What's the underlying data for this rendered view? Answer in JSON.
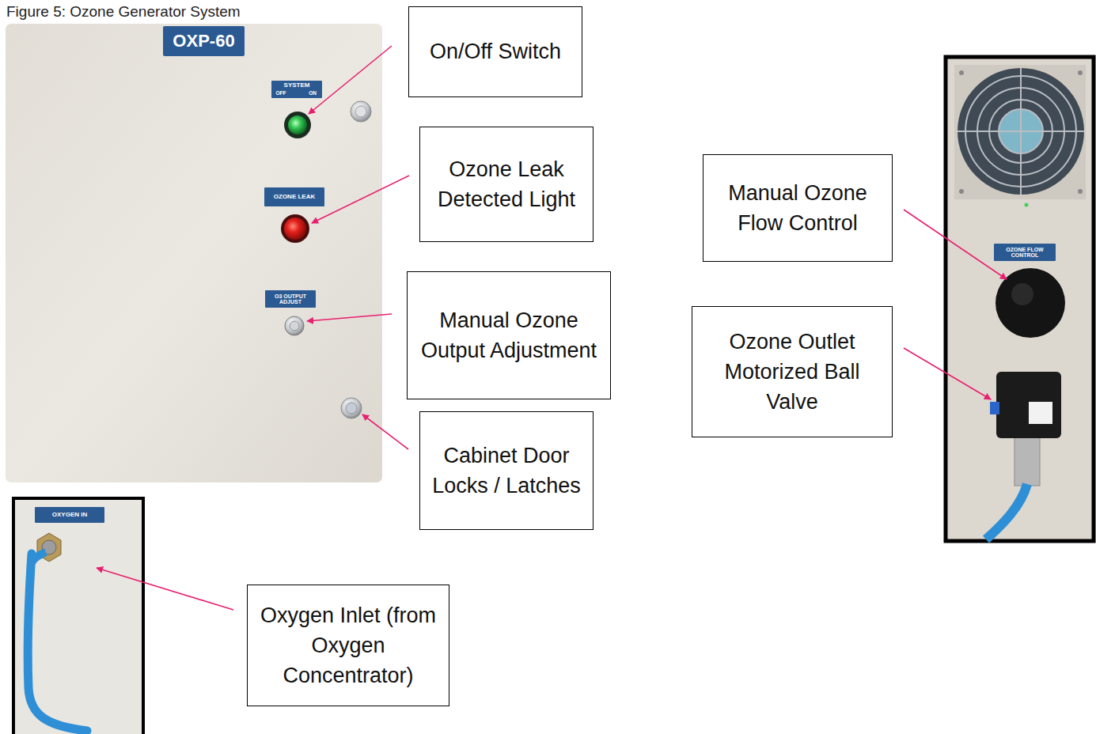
{
  "diagram": {
    "title": "Figure 5: Ozone Generator System",
    "nodes": [
      {
        "text": [
          "On/Off Switch"
        ]
      },
      {
        "text": [
          "Ozone Leak Detected Light"
        ]
      },
      {
        "text": [
          "Manual Ozone Flow Control"
        ]
      },
      {
        "text": [
          "Manual Ozone Output Adjustment"
        ]
      },
      {
        "text": [
          "Ozone Outlet Motorized Ball Valve"
        ]
      },
      {
        "text": [
          "Cabinet Door Locks / Latches"
        ]
      },
      {
        "text": [
          "Oxygen Inlet (from Oxygen Concentrator)"
        ]
      }
    ],
    "labels": [
      "OXP-60",
      "SYSTEM",
      "OFF",
      "ON",
      "OZONE LEAK",
      "O3 OUTPUT ADJUST",
      "OXYGEN IN",
      "OZONE FLOW CONTROL"
    ]
  }
}
